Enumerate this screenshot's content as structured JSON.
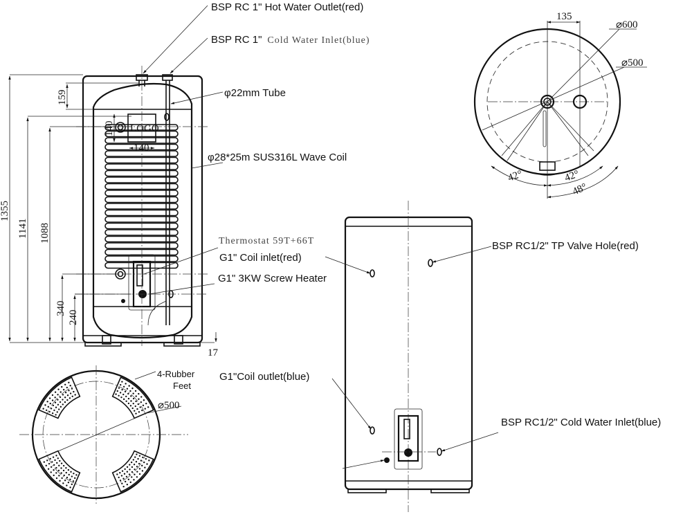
{
  "title": "Coil water heater tank technical drawing",
  "callouts": {
    "hot_outlet": "BSP RC 1\" Hot Water Outlet(red)",
    "cold_inlet_prefix": "BSP RC 1\"",
    "cold_inlet_suffix": "Cold Water Inlet(blue)",
    "tube": "φ22mm Tube",
    "wave_coil": "φ28*25m SUS316L Wave Coil",
    "thermostat": "Thermostat 59T+66T",
    "coil_inlet": "G1\" Coil inlet(red)",
    "screw_heater": "G1\" 3KW Screw Heater",
    "tp_valve": "BSP RC1/2\" TP Valve Hole(red)",
    "coil_outlet": "G1\"Coil outlet(blue)",
    "cold_inlet_half": "BSP RC1/2\" Cold Water Inlet(blue)",
    "rubber_feet_line1": "4-Rubber",
    "rubber_feet_line2": "Feet",
    "logo": "LOGO"
  },
  "dimensions": {
    "height_total": "1355",
    "height_1141": "1141",
    "height_1088": "1088",
    "height_340": "340",
    "height_240": "240",
    "foot_17": "17",
    "top_159": "159",
    "logo_w": "140",
    "logo_h": "140",
    "top_135": "135",
    "dia_600": "⌀600",
    "dia_500_top": "⌀500",
    "dia_500_bottom": "⌀500",
    "angle_42a": "42°",
    "angle_42b": "42°",
    "angle_48": "48°"
  }
}
